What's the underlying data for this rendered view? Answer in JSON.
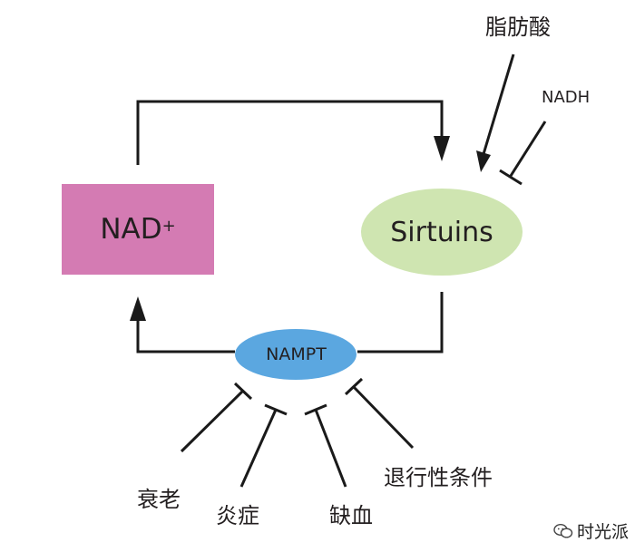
{
  "nodes": {
    "nad": {
      "label": "NAD",
      "superscript": "+",
      "color": "#d47bb3"
    },
    "sirtuins": {
      "label": "Sirtuins",
      "color": "#cfe5b1"
    },
    "nampt": {
      "label": "NAMPT",
      "color": "#5ba7e0"
    }
  },
  "regulators": {
    "fatty_acid": "脂肪酸",
    "nadh": "NADH",
    "aging": "衰老",
    "inflammation": "炎症",
    "ischemia": "缺血",
    "regressive_conditions": "退行性条件"
  },
  "watermark": {
    "text": "时光派",
    "icon": "wechat-icon"
  }
}
